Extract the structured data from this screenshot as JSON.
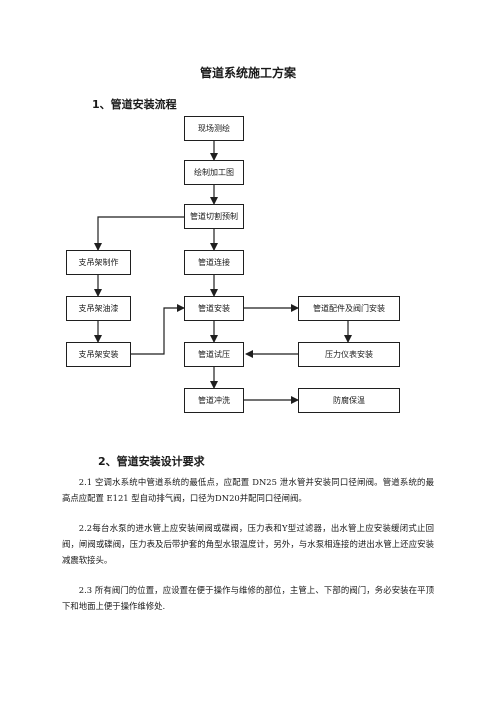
{
  "document": {
    "title": "管道系统施工方案",
    "section1": "1、管道安装流程",
    "section2": "2、管道安装设计要求",
    "flowchart": {
      "survey": "现场测绘",
      "drawing": "绘制加工图",
      "cut": "管道切割预制",
      "support_make": "支吊架制作",
      "connect": "管道连接",
      "support_paint": "支吊架油漆",
      "install": "管道安装",
      "fittings": "管道配件及阀门安装",
      "support_install": "支吊架安装",
      "pressure_test": "管道试压",
      "gauge": "压力仪表安装",
      "flush": "管道冲洗",
      "insulation": "防腐保温"
    },
    "paragraphs": [
      "2.1 空调水系统中管道系统的最低点，应配置 DN25 泄水管并安装同口径闸阀。管道系统的最高点应配置 E121 型自动排气阀，口径为DN20并配同口径闸阀。",
      "2.2每台水泵的进水管上应安装闸阀或碟阀，压力表和Y型过滤器，出水管上应安装缓闭式止回阀，闸阀或碟阀，压力表及后带护套的角型水银温度计，另外，与水泵相连接的进出水管上还应安装减震软接头。",
      "2.3 所有阀门的位置，应设置在便于操作与维修的部位，主管上、下部的阀门，务必安装在平顶下和地面上便于操作维修处."
    ]
  }
}
